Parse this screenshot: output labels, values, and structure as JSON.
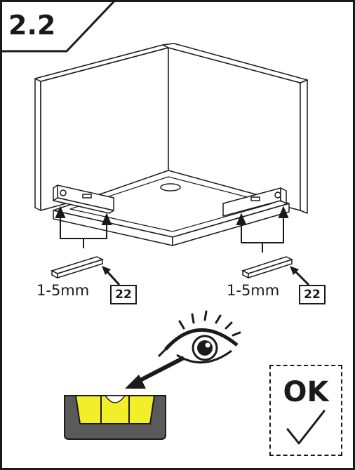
{
  "step": {
    "number": "2.2"
  },
  "spacers": {
    "left": {
      "label": "1-5mm",
      "part_number": "22"
    },
    "right": {
      "label": "1-5mm",
      "part_number": "22"
    }
  },
  "check": {
    "ok_label": "OK",
    "ok_icon": "checkmark-icon",
    "level_icon": "spirit-level-icon",
    "eye_icon": "eye-icon"
  },
  "colors": {
    "ink": "#1a1a1a",
    "bubble_fill": "#f2ee2a",
    "level_body": "#5a5a5a"
  }
}
